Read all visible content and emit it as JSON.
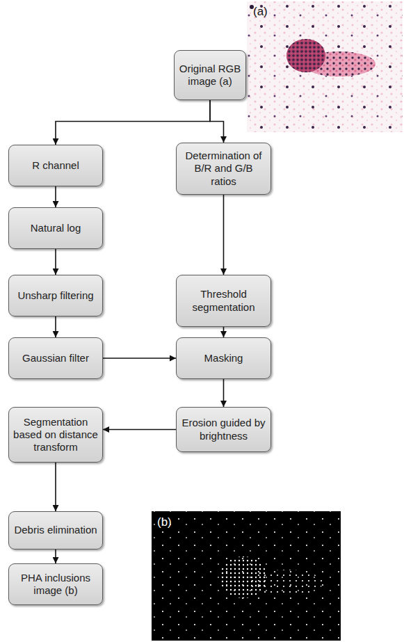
{
  "diagram": {
    "nodes": [
      {
        "text": [
          "Original RGB image (a)"
        ]
      },
      {
        "text": [
          "R channel"
        ]
      },
      {
        "text": [
          "Determination of B/R and G/B ratios"
        ]
      },
      {
        "text": [
          "Natural log"
        ]
      },
      {
        "text": [
          "Unsharp filtering"
        ]
      },
      {
        "text": [
          "Threshold segmentation"
        ]
      },
      {
        "text": [
          "Gaussian filter"
        ]
      },
      {
        "text": [
          "Masking"
        ]
      },
      {
        "text": [
          "Segmentation based on distance transform"
        ]
      },
      {
        "text": [
          "Erosion guided by brightness"
        ]
      },
      {
        "text": [
          "Debris elimination"
        ]
      },
      {
        "text": [
          "PHA inclusions image (b)"
        ]
      }
    ],
    "edges": [
      {
        "from": 0,
        "to": 1,
        "arrow": "to"
      },
      {
        "from": 0,
        "to": 2,
        "arrow": "to"
      },
      {
        "from": 1,
        "to": 3,
        "arrow": "to"
      },
      {
        "from": 3,
        "to": 4,
        "arrow": "to"
      },
      {
        "from": 4,
        "to": 6,
        "arrow": "to"
      },
      {
        "from": 2,
        "to": 5,
        "arrow": "to"
      },
      {
        "from": 5,
        "to": 7,
        "arrow": "to"
      },
      {
        "from": 6,
        "to": 7,
        "arrow": "to"
      },
      {
        "from": 7,
        "to": 9,
        "arrow": "to"
      },
      {
        "from": 9,
        "to": 8,
        "arrow": "to"
      },
      {
        "from": 8,
        "to": 10,
        "arrow": "to"
      },
      {
        "from": 10,
        "to": 11,
        "arrow": "to"
      }
    ],
    "labels": [
      "(a)",
      "(b)"
    ]
  }
}
